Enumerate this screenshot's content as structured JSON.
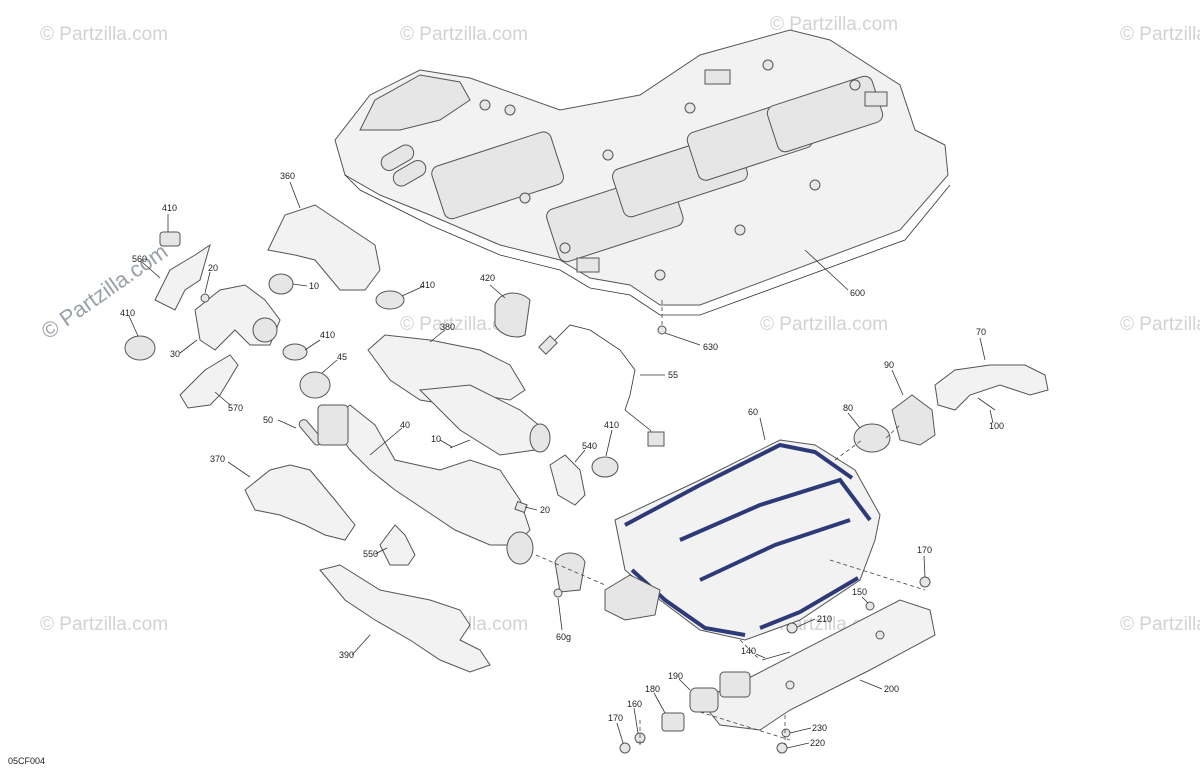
{
  "diagram": {
    "code": "05CF004",
    "watermark_text": "© Partzilla.com",
    "callouts": [
      {
        "id": "c360",
        "label": "360"
      },
      {
        "id": "c410a",
        "label": "410"
      },
      {
        "id": "c560",
        "label": "560"
      },
      {
        "id": "c20a",
        "label": "20"
      },
      {
        "id": "c10a",
        "label": "10"
      },
      {
        "id": "c410b",
        "label": "410"
      },
      {
        "id": "c410c",
        "label": "410"
      },
      {
        "id": "c30",
        "label": "30"
      },
      {
        "id": "c410d",
        "label": "410"
      },
      {
        "id": "c45",
        "label": "45"
      },
      {
        "id": "c570",
        "label": "570"
      },
      {
        "id": "c420",
        "label": "420"
      },
      {
        "id": "c380",
        "label": "380"
      },
      {
        "id": "c600",
        "label": "600"
      },
      {
        "id": "c630",
        "label": "630"
      },
      {
        "id": "c55",
        "label": "55"
      },
      {
        "id": "c50",
        "label": "50"
      },
      {
        "id": "c40",
        "label": "40"
      },
      {
        "id": "c10b",
        "label": "10"
      },
      {
        "id": "c410e",
        "label": "410"
      },
      {
        "id": "c540",
        "label": "540"
      },
      {
        "id": "c20b",
        "label": "20"
      },
      {
        "id": "c370",
        "label": "370"
      },
      {
        "id": "c550",
        "label": "550"
      },
      {
        "id": "c390",
        "label": "390"
      },
      {
        "id": "c60g",
        "label": "60g"
      },
      {
        "id": "c60",
        "label": "60"
      },
      {
        "id": "c80",
        "label": "80"
      },
      {
        "id": "c90",
        "label": "90"
      },
      {
        "id": "c70",
        "label": "70"
      },
      {
        "id": "c100",
        "label": "100"
      },
      {
        "id": "c170a",
        "label": "170"
      },
      {
        "id": "c150",
        "label": "150"
      },
      {
        "id": "c210",
        "label": "210"
      },
      {
        "id": "c140",
        "label": "140"
      },
      {
        "id": "c200",
        "label": "200"
      },
      {
        "id": "c190",
        "label": "190"
      },
      {
        "id": "c180",
        "label": "180"
      },
      {
        "id": "c160",
        "label": "160"
      },
      {
        "id": "c170b",
        "label": "170"
      },
      {
        "id": "c230",
        "label": "230"
      },
      {
        "id": "c220",
        "label": "220"
      }
    ]
  }
}
